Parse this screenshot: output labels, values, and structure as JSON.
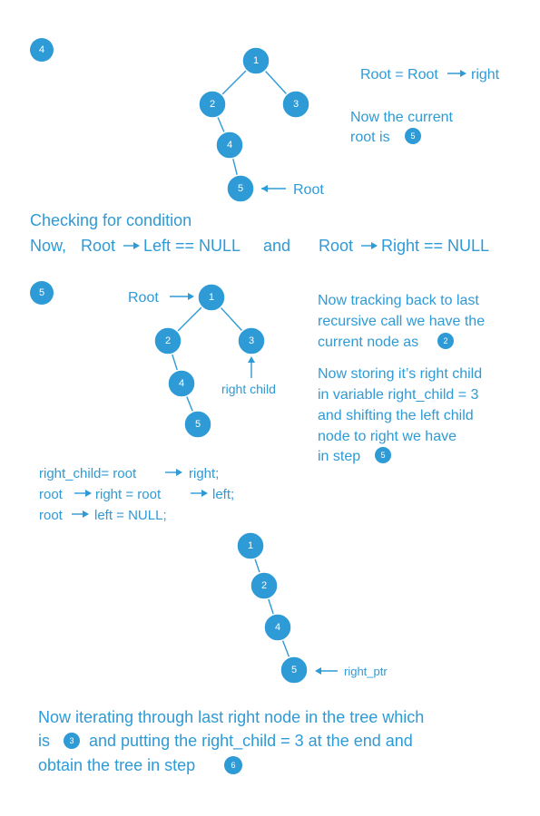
{
  "colors": {
    "accent": "#2e9ad6",
    "text": "#2e9ad6"
  },
  "step4": {
    "badge": "4",
    "nodes": [
      "1",
      "2",
      "3",
      "4",
      "5"
    ],
    "root_label": "Root",
    "formula_a": "Root = Root",
    "formula_b": "right",
    "current_line1": "Now the current",
    "current_line2": "root is",
    "current_badge": "5"
  },
  "condition": {
    "heading": "Checking for condition",
    "now": "Now,",
    "left_a": "Root",
    "left_b": "Left == NULL",
    "and": "and",
    "right_a": "Root",
    "right_b": "Right == NULL"
  },
  "step5": {
    "badge": "5",
    "nodes": [
      "1",
      "2",
      "3",
      "4",
      "5"
    ],
    "root_label": "Root",
    "right_child_label": "right child",
    "para1": [
      "Now tracking back to last",
      "recursive call we have the",
      "current node as"
    ],
    "para1_badge": "2",
    "para2": [
      "Now storing it’s right child",
      "in variable right_child = 3",
      "and shifting the left child",
      "node to right we have",
      "in step"
    ],
    "para2_badge": "5"
  },
  "code": {
    "line1_a": "right_child= root",
    "line1_b": "right;",
    "line2_a": "root",
    "line2_b": "right = root",
    "line2_c": "left;",
    "line3_a": "root",
    "line3_b": "left = NULL;"
  },
  "chain": {
    "nodes": [
      "1",
      "2",
      "4",
      "5"
    ],
    "ptr_label": "right_ptr"
  },
  "final": {
    "line1": "Now iterating through last right node in the tree which",
    "line2_a": "is",
    "line2_badge": "3",
    "line2_b": "and putting the right_child = 3  at the end and",
    "line3_a": "obtain the tree in step",
    "line3_badge": "6"
  }
}
